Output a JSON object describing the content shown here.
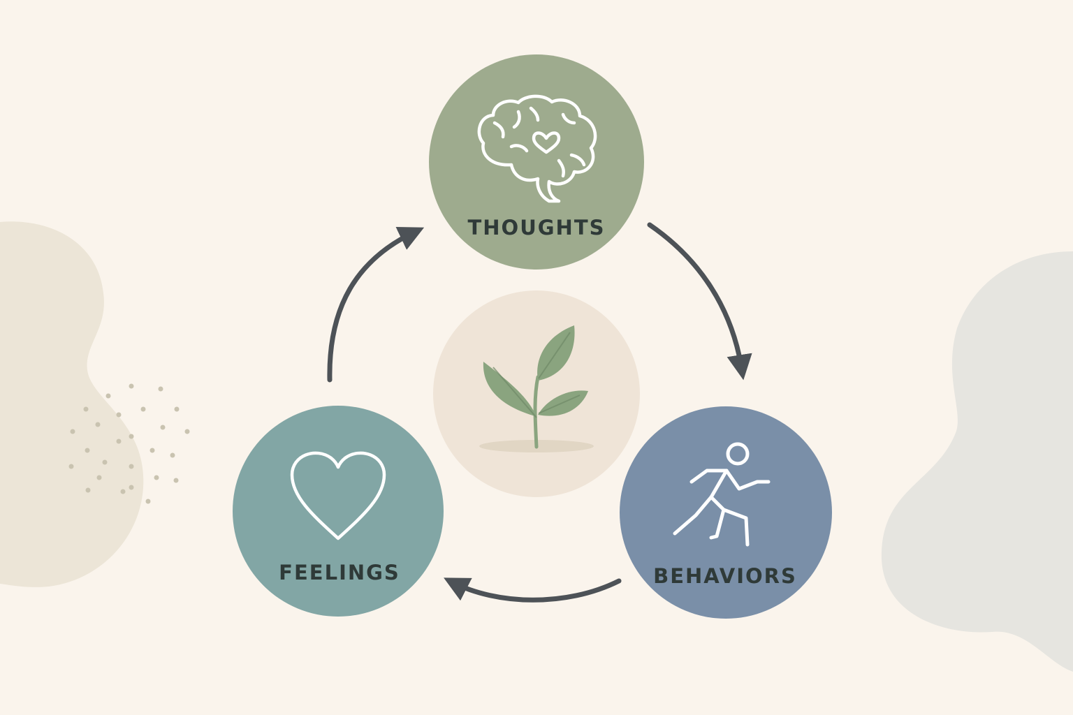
{
  "diagram": {
    "type": "cycle",
    "nodes": [
      {
        "id": "thoughts",
        "label": "THOUGHTS",
        "icon": "brain-heart-icon",
        "color": "#9eab8e"
      },
      {
        "id": "behaviors",
        "label": "BEHAVIORS",
        "icon": "running-person-icon",
        "color": "#7a8fa8"
      },
      {
        "id": "feelings",
        "label": "FEELINGS",
        "icon": "heart-icon",
        "color": "#82a6a5"
      }
    ],
    "center": {
      "icon": "sprout-icon",
      "color": "#efe4d7"
    },
    "edges": [
      {
        "from": "thoughts",
        "to": "behaviors"
      },
      {
        "from": "behaviors",
        "to": "feelings"
      },
      {
        "from": "feelings",
        "to": "thoughts"
      }
    ],
    "colors": {
      "background": "#faf4ec",
      "arrow": "#4d5257",
      "icon_stroke": "#ffffff",
      "label_text": "#2f3a38",
      "leaf": "#8aa47f",
      "blob_left": "#ece5d7",
      "blob_right": "#e6e5e0",
      "dots": "#c9c3b0"
    }
  }
}
